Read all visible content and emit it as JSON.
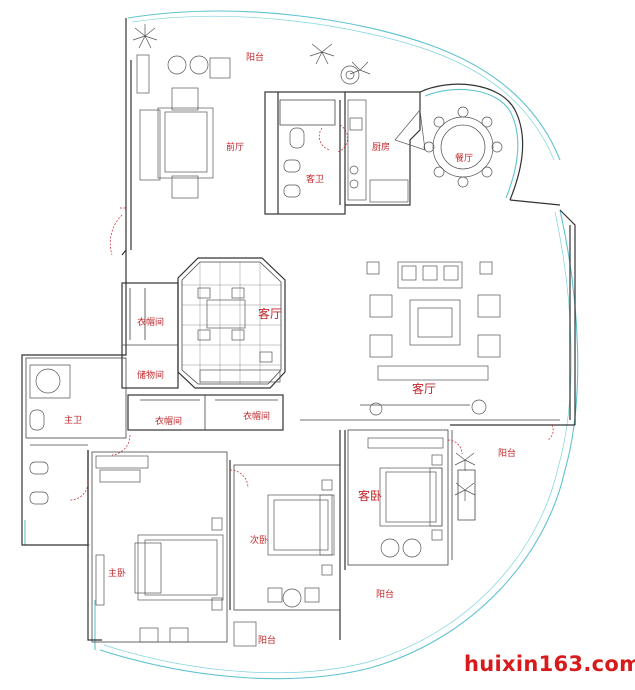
{
  "rooms": {
    "balcony_top": "阳台",
    "front_hall": "前厅",
    "guest_bath": "客卫",
    "kitchen": "厨房",
    "dining": "餐厅",
    "cloakroom_1": "衣帽间",
    "living_small": "客厅",
    "storage": "储物间",
    "living_large": "客厅",
    "master_bath": "主卫",
    "cloakroom_2": "衣帽间",
    "cloakroom_3": "衣帽间",
    "balcony_right": "阳台",
    "guest_bedroom": "客卧",
    "second_bedroom": "次卧",
    "master_bedroom": "主卧",
    "balcony_bottom_mid": "阳台",
    "balcony_bottom": "阳台"
  },
  "watermark": "huixin163.com",
  "colors": {
    "wall": "#333333",
    "glass": "#5fc3cf",
    "label": "#c0262b",
    "watermark": "#d81a1a"
  }
}
